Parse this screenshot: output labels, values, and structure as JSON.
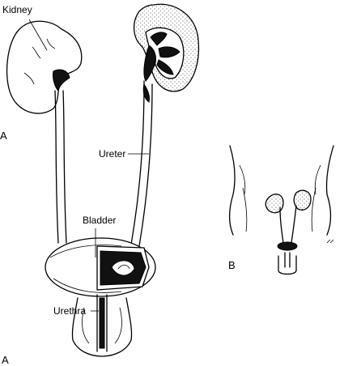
{
  "labels": {
    "kidney": "Kidney",
    "ureter": "Ureter",
    "bladder": "Bladder",
    "urethra": "Urethra"
  },
  "panels": {
    "a_side_mark": "A",
    "a_bottom": "A",
    "b": "B"
  },
  "colors": {
    "ink": "#000000",
    "paper": "#ffffff"
  }
}
